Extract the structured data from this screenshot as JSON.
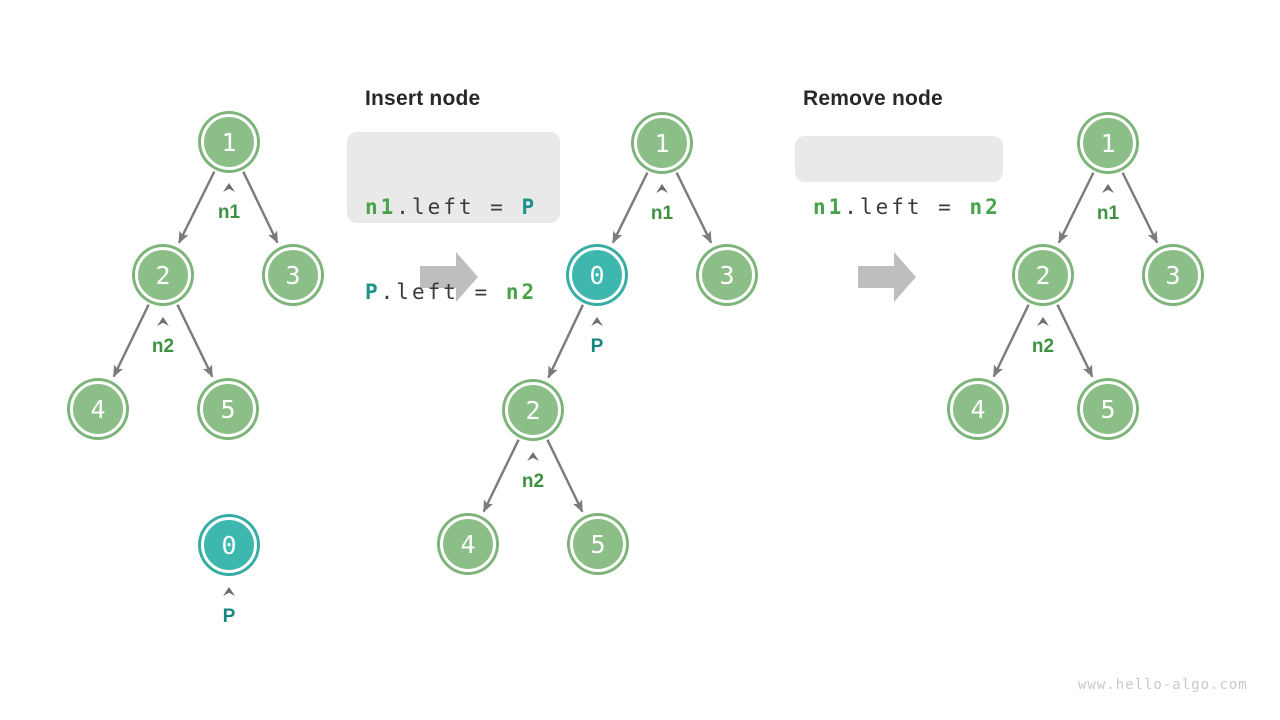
{
  "titles": {
    "insert": "Insert node",
    "remove": "Remove node"
  },
  "code": {
    "insert": {
      "line1": {
        "v1": "n1",
        "prop": ".left",
        "eq": " = ",
        "v2": "P"
      },
      "line2": {
        "v1": "P",
        "prop": ".left",
        "eq": " = ",
        "v2": "n2"
      }
    },
    "remove": {
      "line1": {
        "v1": "n1",
        "prop": ".left",
        "eq": " = ",
        "v2": "n2"
      }
    }
  },
  "trees": {
    "before": {
      "root": "1",
      "left_child": "2",
      "right_child": "3",
      "left_left": "4",
      "left_right": "5",
      "label_n1": "n1",
      "label_n2": "n2",
      "new_node": "0",
      "label_p": "P"
    },
    "after_insert": {
      "root": "1",
      "inserted": "0",
      "right_child": "3",
      "subtree": "2",
      "left_left": "4",
      "left_right": "5",
      "label_n1": "n1",
      "label_p": "P",
      "label_n2": "n2"
    },
    "after_remove": {
      "root": "1",
      "left_child": "2",
      "right_child": "3",
      "left_left": "4",
      "left_right": "5",
      "label_n1": "n1",
      "label_n2": "n2"
    }
  },
  "watermark": "www.hello-algo.com",
  "colors": {
    "node_green": "#8CBE88",
    "node_green_border": "#7DB47A",
    "node_teal": "#3EB8AE",
    "node_teal_border": "#35ACA4",
    "label_green": "#3F9142",
    "label_teal": "#17877F",
    "edge_gray": "#7B7B7B",
    "block_arrow": "#BEBEBE",
    "code_bg": "#E9E9E9",
    "code_text": "#3A3A3A",
    "code_green": "#46A349",
    "code_teal": "#1E9389",
    "title_text": "#282828",
    "watermark": "#C9C9C9"
  }
}
